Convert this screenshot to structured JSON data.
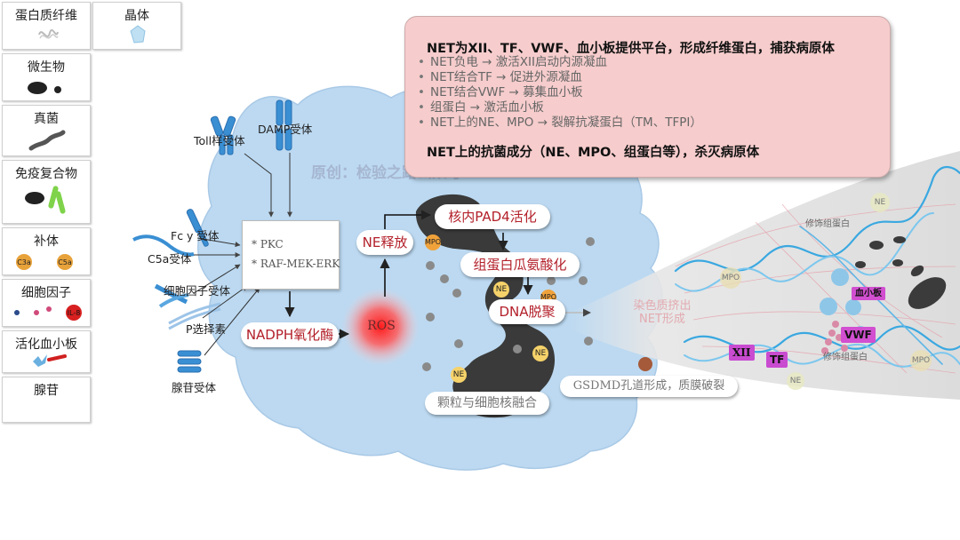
{
  "legend": [
    {
      "label": "蛋白质纤维",
      "icon": "protein-fiber-icon"
    },
    {
      "label": "晶体",
      "icon": "crystal-icon"
    },
    {
      "label": "微生物",
      "icon": "microbe-icon"
    },
    {
      "label": "真菌",
      "icon": "fungus-icon"
    },
    {
      "label": "免疫复合物",
      "icon": "immune-complex-icon"
    },
    {
      "label": "补体",
      "icon": "complement-icon",
      "sub": [
        "C3a",
        "C5a"
      ]
    },
    {
      "label": "细胞因子",
      "icon": "cytokine-icon",
      "sub": [
        "IL-8"
      ]
    },
    {
      "label": "活化血小板",
      "icon": "activated-platelet-icon"
    },
    {
      "label": "腺苷",
      "icon": ""
    }
  ],
  "panel": {
    "headline": "NET为XII、TF、VWF、血小板提供平台，形成纤维蛋白，捕获病原体",
    "bullets": [
      "NET负电 → 激活XII启动内源凝血",
      "NET结合TF → 促进外源凝血",
      "NET结合VWF → 募集血小板",
      "组蛋白   → 激活血小板",
      "NET上的NE、MPO → 裂解抗凝蛋白（TM、TFPI）"
    ],
    "footer": "NET上的抗菌成分（NE、MPO、组蛋白等），杀灭病原体"
  },
  "receptors": {
    "toll": "Toll样受体",
    "damp": "DAMP受体",
    "fcy": "Fc y 受体",
    "c5a": "C5a受体",
    "cytokine": "细胞因子受体",
    "p_selectin": "P选择素",
    "adenosine": "腺苷受体"
  },
  "pathway": {
    "line1": "* PKC",
    "line2": "* RAF-MEK-ERK"
  },
  "steps": {
    "nadph": "NADPH氧化酶",
    "ros": "ROS",
    "ne_release": "NE释放",
    "pad4": "核内PAD4活化",
    "citrullination": "组蛋白瓜氨酸化",
    "decondensation": "DNA脱聚",
    "extrusion_line1": "染色质挤出",
    "extrusion_line2": "NET形成",
    "gsdmd": "GSDMD孔道形成，质膜破裂",
    "fusion": "颗粒与细胞核融合"
  },
  "granules": {
    "ne": "NE",
    "mpo": "MPO"
  },
  "net_labels": {
    "modified_histone_1": "修饰组蛋白",
    "modified_histone_2": "修饰组蛋白",
    "platelet": "血小板",
    "vwf": "VWF",
    "xii": "XII",
    "tf": "TF"
  },
  "watermark": "原创：检验之路公众号",
  "colors": {
    "cell": "#bcd9f1",
    "panel": "#f6cccc",
    "accent_red": "#b3202a",
    "nucleus": "#3a3a3a",
    "receptor": "#3a8fd3",
    "tag_magenta": "#d14fd0"
  }
}
